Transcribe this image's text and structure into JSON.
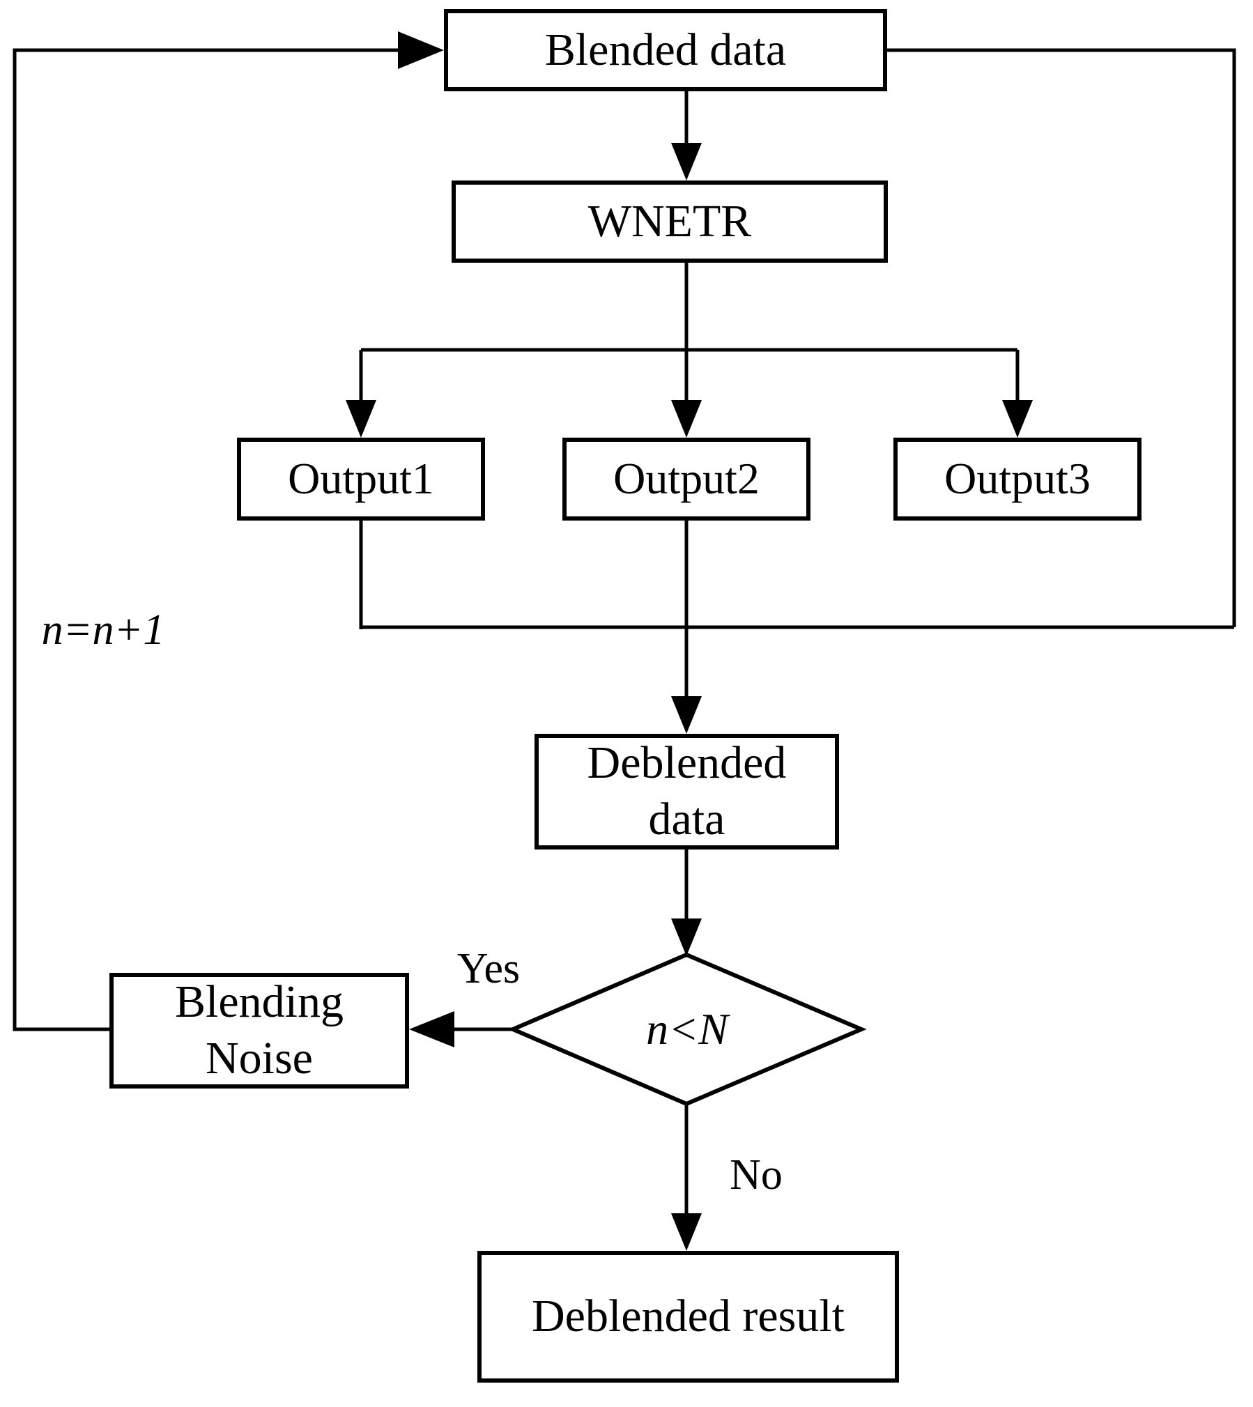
{
  "colors": {
    "stroke": "#000000",
    "background": "#ffffff"
  },
  "nodes": {
    "blended_data": {
      "label": "Blended data"
    },
    "wnetr": {
      "label": "WNETR"
    },
    "output1": {
      "label": "Output1"
    },
    "output2": {
      "label": "Output2"
    },
    "output3": {
      "label": "Output3"
    },
    "deblended_data": {
      "line1": "Deblended",
      "line2": "data"
    },
    "blending_noise": {
      "line1": "Blending",
      "line2": "Noise"
    },
    "deblended_result": {
      "label": "Deblended result"
    }
  },
  "decision": {
    "condition": "n<N"
  },
  "edge_labels": {
    "yes": "Yes",
    "no": "No",
    "counter": "n=n+1"
  }
}
